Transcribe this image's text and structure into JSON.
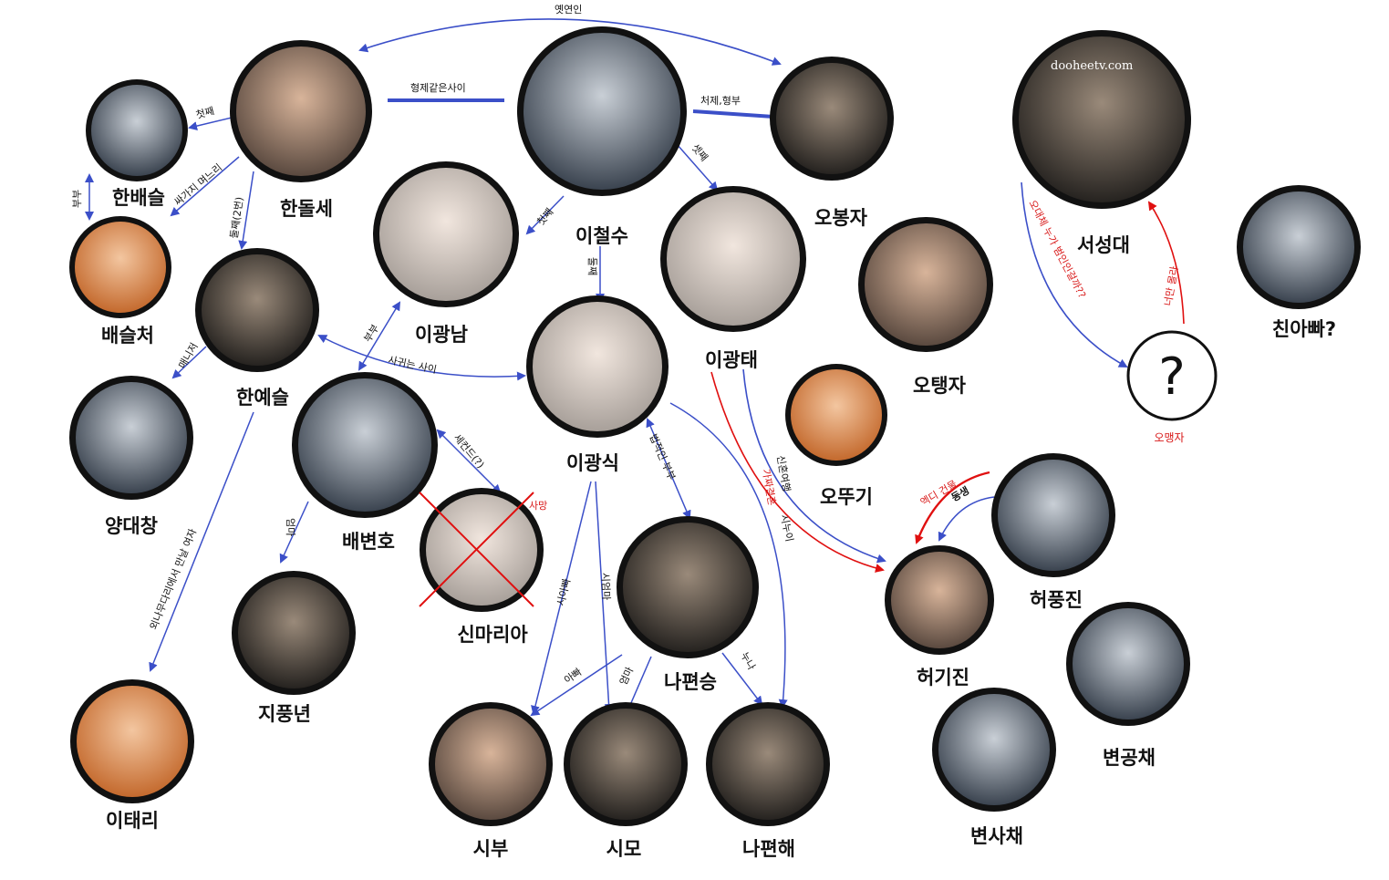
{
  "watermark": "dooheetv.com",
  "colors": {
    "edge_blue": "#3b4fc8",
    "edge_red": "#e01010",
    "ring": "#111111"
  },
  "nodes": {
    "handolse": "한돌세",
    "leecheolsu": "이철수",
    "obongja": "오봉자",
    "hanbaeseul": "한배슬",
    "baeseulcheo": "배슬처",
    "hanyeseul": "한예슬",
    "leegwangnam": "이광남",
    "leegwangsik": "이광식",
    "leegwangtae": "이광태",
    "otaengja": "오탱자",
    "odduggi": "오뚜기",
    "seoseongdae": "서성대",
    "unknown": "?",
    "omaengja": "오맹자",
    "chinappa": "친아빠?",
    "yangdaechang": "양대창",
    "baebyeonho": "배변호",
    "shinmaria": "신마리아",
    "jipungnyeon": "지풍년",
    "najeonseung": "나편승",
    "heogijin": "허기진",
    "heopungjin": "허풍진",
    "byeongongchae": "변공채",
    "byeonsachae": "변사채",
    "itaeri": "이태리",
    "sibu": "시부",
    "simo": "시모",
    "nagyeonhae": "나편해"
  },
  "edges": {
    "ex_lover": "옛연인",
    "brothers": "형제같은사이",
    "inlaw": "처제,형부",
    "first1": "첫째",
    "first2": "첫째",
    "second": "둘째",
    "third": "셋째",
    "daughter_in_law": "싸가지 며느리",
    "second_son": "둘째(2번)",
    "couple1": "부부",
    "couple2": "부부",
    "dating": "사귀는 사이",
    "manager": "매니저",
    "second_wife": "세컨드(?)",
    "mom1": "엄마",
    "met_woman": "외나무다리에서 만날 여자",
    "death": "사망",
    "legal_couple": "법적인 부부",
    "sis_in_law1": "시아빠",
    "sis_in_law2": "시엄마",
    "dad": "아빠",
    "mom2": "엄마",
    "sister": "누나",
    "in_law_sister": "시누이",
    "honeymoon": "신혼여행",
    "fake_marriage": "가짜결혼",
    "dead_building": "엑디 건물",
    "younger_brother": "동생",
    "who_criminal": "오대체 누가 범인인걸까??",
    "only_you": "너만 몰라"
  }
}
